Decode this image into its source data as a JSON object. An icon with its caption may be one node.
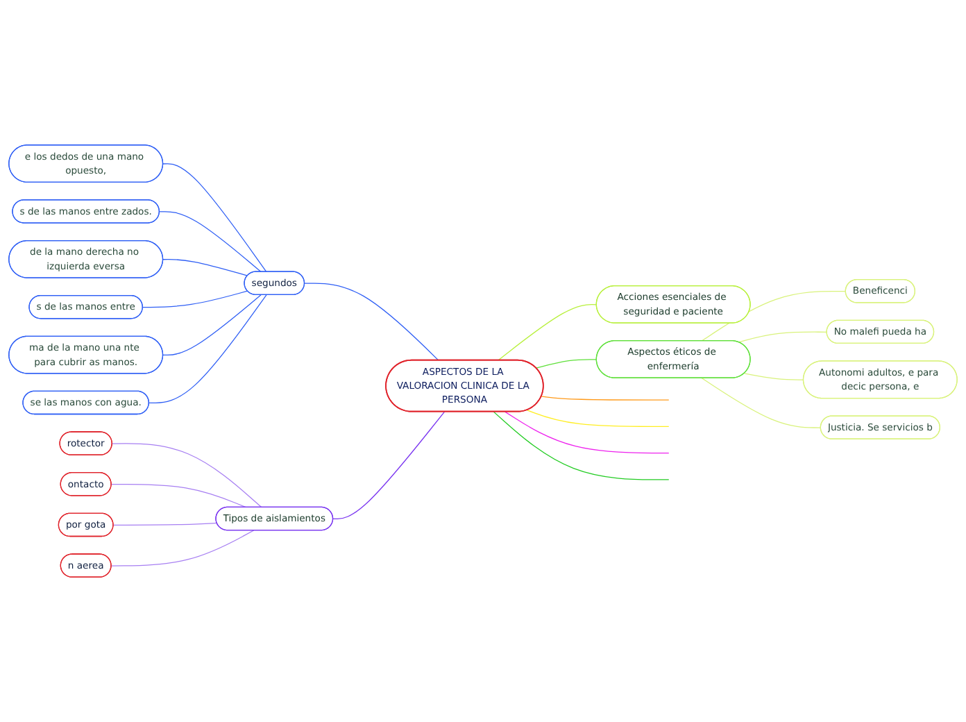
{
  "diagram": {
    "nodes": [
      {
        "text": [
          "ASPECTOS DE LA VALORACION CLINICA DE LA PERSONA"
        ]
      },
      {
        "text": [
          "segundos"
        ]
      },
      {
        "text": [
          "e los dedos de una mano opuesto,"
        ]
      },
      {
        "text": [
          "s de las manos entre zados."
        ]
      },
      {
        "text": [
          "de la mano derecha no izquierda eversa"
        ]
      },
      {
        "text": [
          "s de las manos entre"
        ]
      },
      {
        "text": [
          "ma de la mano una nte para cubrir as manos."
        ]
      },
      {
        "text": [
          "se las manos con agua."
        ]
      },
      {
        "text": [
          "Tipos de aislamientos"
        ]
      },
      {
        "text": [
          "rotector"
        ]
      },
      {
        "text": [
          "ontacto"
        ]
      },
      {
        "text": [
          "por gota"
        ]
      },
      {
        "text": [
          "n aerea"
        ]
      },
      {
        "text": [
          "Acciones esenciales de seguridad e paciente"
        ]
      },
      {
        "text": [
          "Aspectos éticos de enfermería"
        ]
      },
      {
        "text": [
          "Beneficenci"
        ]
      },
      {
        "text": [
          "No malefi pueda ha"
        ]
      },
      {
        "text": [
          "Autonomi adultos, e para decic persona, e"
        ]
      },
      {
        "text": [
          "Justicia. Se servicios b"
        ]
      }
    ],
    "edges": [
      {
        "from": 0,
        "to": 1,
        "arrow": "none",
        "color": "#2f5ff5"
      },
      {
        "from": 1,
        "to": 2,
        "arrow": "none",
        "color": "#2f5ff5"
      },
      {
        "from": 1,
        "to": 3,
        "arrow": "none",
        "color": "#2f5ff5"
      },
      {
        "from": 1,
        "to": 4,
        "arrow": "none",
        "color": "#2f5ff5"
      },
      {
        "from": 1,
        "to": 5,
        "arrow": "none",
        "color": "#2f5ff5"
      },
      {
        "from": 1,
        "to": 6,
        "arrow": "none",
        "color": "#2f5ff5"
      },
      {
        "from": 1,
        "to": 7,
        "arrow": "none",
        "color": "#2f5ff5"
      },
      {
        "from": 0,
        "to": 8,
        "arrow": "none",
        "color": "#7a35f0"
      },
      {
        "from": 8,
        "to": 9,
        "arrow": "none",
        "color": "#a77ff2"
      },
      {
        "from": 8,
        "to": 10,
        "arrow": "none",
        "color": "#a77ff2"
      },
      {
        "from": 8,
        "to": 11,
        "arrow": "none",
        "color": "#a77ff2"
      },
      {
        "from": 8,
        "to": 12,
        "arrow": "none",
        "color": "#a77ff2"
      },
      {
        "from": 0,
        "to": 13,
        "arrow": "none",
        "color": "#b8f03c"
      },
      {
        "from": 0,
        "to": 14,
        "arrow": "none",
        "color": "#5fe03a"
      },
      {
        "from": 14,
        "to": 15,
        "arrow": "none",
        "color": "#d9f27c"
      },
      {
        "from": 14,
        "to": 16,
        "arrow": "none",
        "color": "#d9f27c"
      },
      {
        "from": 14,
        "to": 17,
        "arrow": "none",
        "color": "#d9f27c"
      },
      {
        "from": 14,
        "to": 18,
        "arrow": "none",
        "color": "#d9f27c"
      },
      {
        "from": 0,
        "to": null,
        "arrow": "none",
        "color": "#ff9a1a"
      },
      {
        "from": 0,
        "to": null,
        "arrow": "none",
        "color": "#ffee22"
      },
      {
        "from": 0,
        "to": null,
        "arrow": "none",
        "color": "#ee22ee"
      },
      {
        "from": 0,
        "to": null,
        "arrow": "none",
        "color": "#22cc22"
      }
    ]
  }
}
